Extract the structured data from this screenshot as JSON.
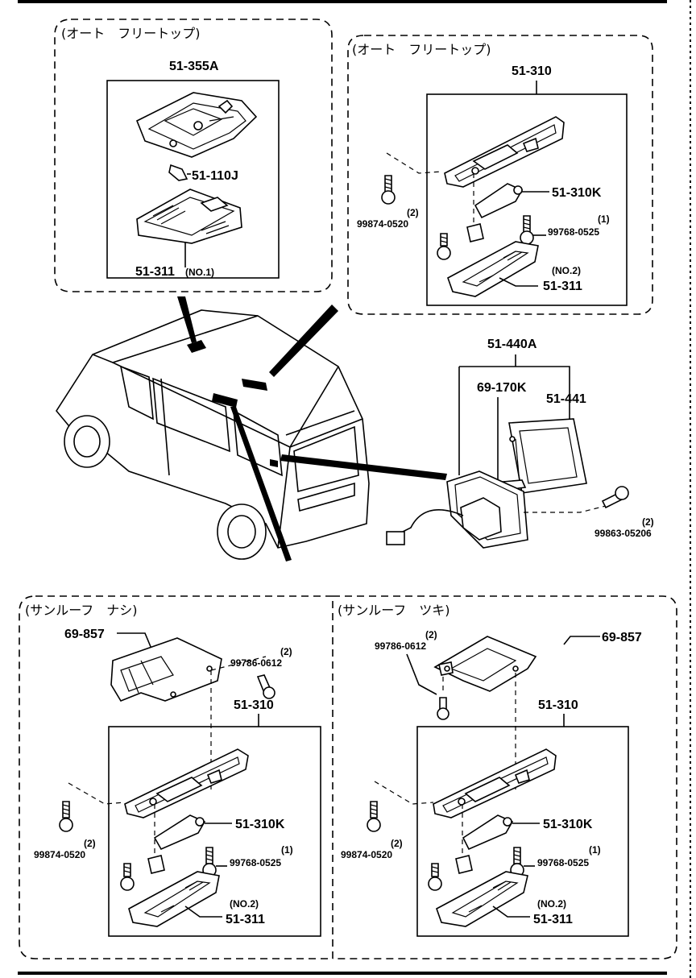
{
  "sections": {
    "top_left": {
      "header": "(オート　フリートップ)",
      "assy": "51-355A",
      "bulb": "51-110J",
      "lens": "51-311",
      "lens_note": "(NO.1)"
    },
    "top_right": {
      "header": "(オート　フリートップ)",
      "assy": "51-310",
      "part_k": "51-310K",
      "screw_a": "99874-0520",
      "screw_a_qty": "(2)",
      "screw_b": "99768-0525",
      "screw_b_qty": "(1)",
      "lens": "51-311",
      "lens_note": "(NO.2)"
    },
    "middle": {
      "assy": "51-440A",
      "bulb": "69-170K",
      "lens": "51-441",
      "screw": "99863-05206",
      "screw_qty": "(2)"
    },
    "bottom_left": {
      "header": "(サンルーフ　ナシ)",
      "bracket": "69-857",
      "bracket_screw": "99786-0612",
      "bracket_screw_qty": "(2)",
      "assy": "51-310",
      "part_k": "51-310K",
      "screw_a": "99874-0520",
      "screw_a_qty": "(2)",
      "screw_b": "99768-0525",
      "screw_b_qty": "(1)",
      "lens": "51-311",
      "lens_note": "(NO.2)"
    },
    "bottom_right": {
      "header": "(サンルーフ　ツキ)",
      "bracket": "69-857",
      "bracket_screw": "99786-0612",
      "bracket_screw_qty": "(2)",
      "assy": "51-310",
      "part_k": "51-310K",
      "screw_a": "99874-0520",
      "screw_a_qty": "(2)",
      "screw_b": "99768-0525",
      "screw_b_qty": "(1)",
      "lens": "51-311",
      "lens_note": "(NO.2)"
    }
  }
}
